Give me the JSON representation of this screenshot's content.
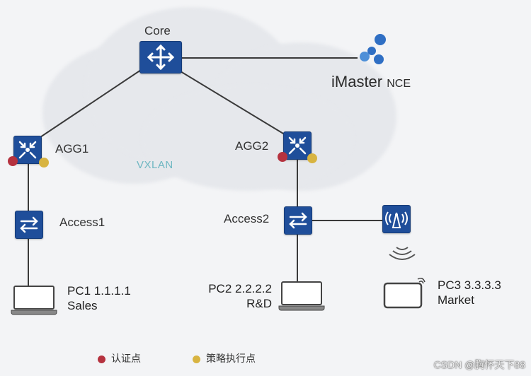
{
  "nodes": {
    "core": {
      "label": "Core"
    },
    "agg1": {
      "label": "AGG1"
    },
    "agg2": {
      "label": "AGG2"
    },
    "access1": {
      "label": "Access1"
    },
    "access2": {
      "label": "Access2"
    },
    "imaster": {
      "label_main": "iMaster",
      "label_small": "NCE"
    }
  },
  "overlay_label": "VXLAN",
  "pcs": {
    "pc1": {
      "line1": "PC1  1.1.1.1",
      "line2": "Sales"
    },
    "pc2": {
      "line1": "PC2  2.2.2.2",
      "line2": "R&D"
    },
    "pc3": {
      "line1": "PC3  3.3.3.3",
      "line2": "Market"
    }
  },
  "legend": {
    "auth": {
      "label": "认证点",
      "color": "#b5323f"
    },
    "policy": {
      "label": "策略执行点",
      "color": "#d8b441"
    }
  },
  "colors": {
    "device": "#1f4e9a",
    "line": "#3a3a3a"
  },
  "watermark": "CSDN @胸怀天下88"
}
